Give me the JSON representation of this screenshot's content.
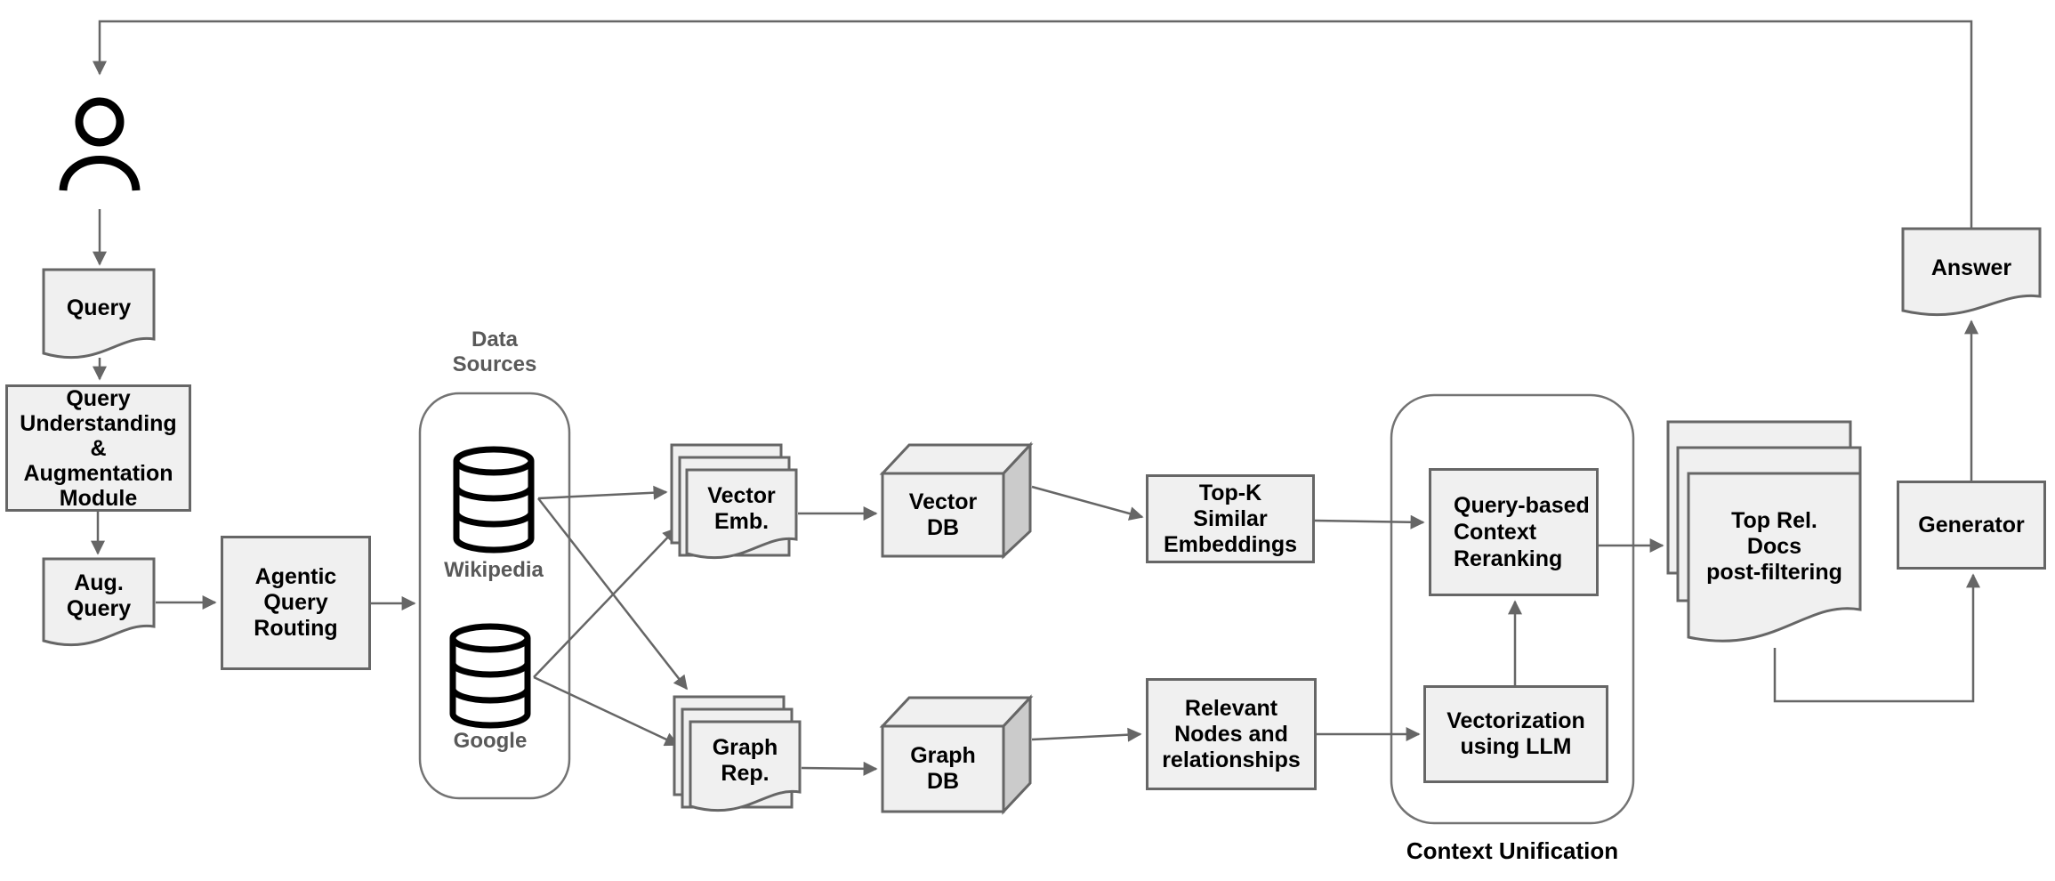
{
  "colors": {
    "node_fill": "#f0f0f0",
    "node_border": "#666666",
    "arrow": "#666666",
    "container_border": "#737373",
    "gray_label": "#595959",
    "cube_side": "#cbcbcb",
    "icon_black": "#000000"
  },
  "nodes": {
    "query": {
      "label": "Query"
    },
    "augmentation_module": {
      "label": "Query\nUnderstanding\n&\nAugmentation\nModule"
    },
    "aug_query": {
      "label": "Aug.\nQuery"
    },
    "agentic_routing": {
      "label": "Agentic\nQuery\nRouting"
    },
    "data_sources": {
      "label": "Data\nSources",
      "wikipedia": "Wikipedia",
      "google": "Google"
    },
    "vector_emb": {
      "label": "Vector\nEmb."
    },
    "vector_db": {
      "label": "Vector\nDB"
    },
    "top_k": {
      "label": "Top-K\nSimilar\nEmbeddings"
    },
    "graph_rep": {
      "label": "Graph\nRep."
    },
    "graph_db": {
      "label": "Graph\nDB"
    },
    "relevant_nodes": {
      "label": "Relevant\nNodes and\nrelationships"
    },
    "context_unification": {
      "label": "Context Unification",
      "reranking": "Query-based\nContext\nReranking",
      "vectorization": "Vectorization\nusing LLM"
    },
    "top_docs": {
      "label": "Top Rel.\nDocs\npost-filtering"
    },
    "generator": {
      "label": "Generator"
    },
    "answer": {
      "label": "Answer"
    }
  }
}
